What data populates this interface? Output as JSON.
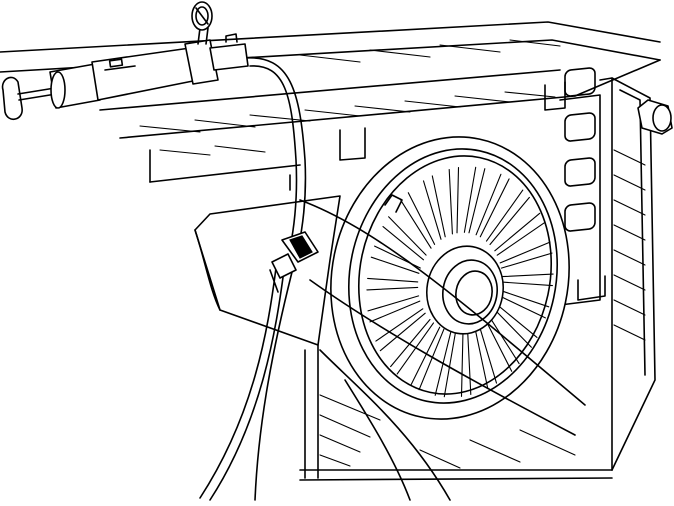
{
  "figure": {
    "colors": {
      "line": "#000000",
      "background": "#ffffff"
    },
    "components": [
      "hand-vacuum-pump",
      "vacuum-gauge",
      "vacuum-hose",
      "hose-clamp",
      "radiator",
      "radiator-cap",
      "cooling-fan-shroud",
      "cooling-fan-blades",
      "fan-motor-hub",
      "upper-radiator-support"
    ]
  }
}
